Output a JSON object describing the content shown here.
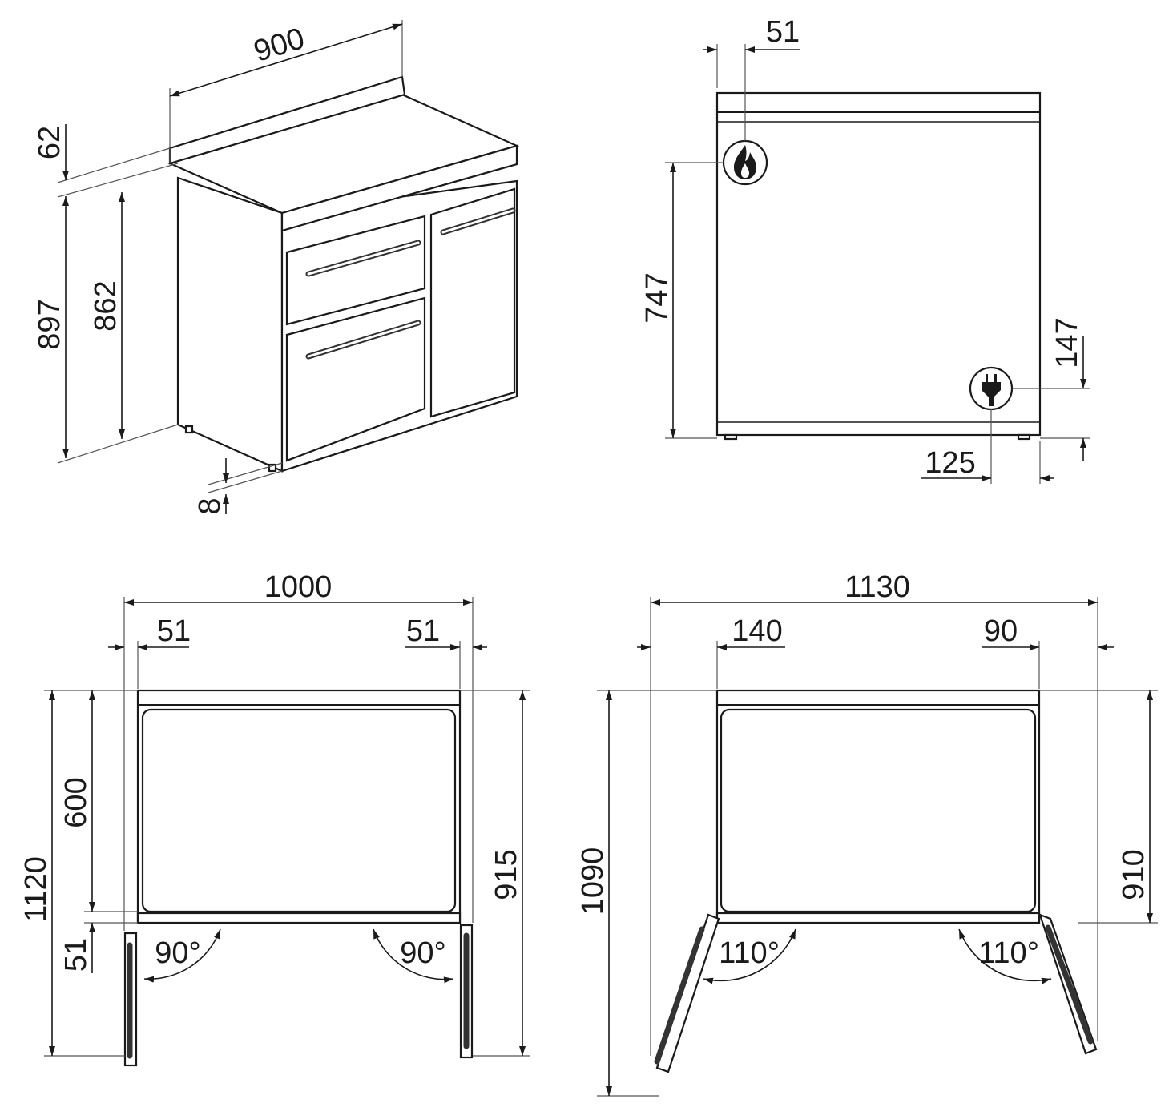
{
  "drawing": {
    "perspective": {
      "width": "900",
      "backsplash_height": "62",
      "total_height": "897",
      "body_height": "862",
      "foot_height": "8"
    },
    "back_view": {
      "gas_offset_x": "51",
      "gas_height": "747",
      "power_height": "147",
      "power_offset_x": "125",
      "icons": [
        "flame-icon",
        "plug-icon"
      ]
    },
    "top_view_90": {
      "width": "1000",
      "left_offset": "51",
      "right_offset": "51",
      "depth": "600",
      "total_depth": "1120",
      "door_gap": "51",
      "right_depth": "915",
      "angle_left": "90°",
      "angle_right": "90°"
    },
    "top_view_110": {
      "width": "1130",
      "left_offset": "140",
      "right_offset": "90",
      "total_depth": "1090",
      "right_depth": "910",
      "angle_left": "110°",
      "angle_right": "110°"
    }
  }
}
